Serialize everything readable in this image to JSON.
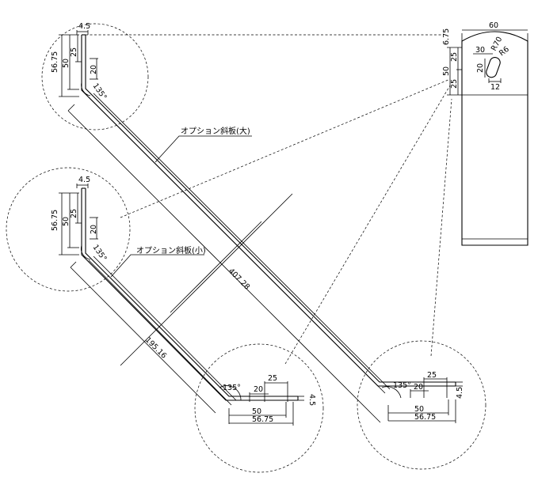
{
  "labels": {
    "large_panel": "オプション斜板(大)",
    "small_panel": "オプション斜板(小)",
    "length_large": "407.28",
    "length_small": "195.16"
  },
  "detail_top_left": {
    "w": "4.5",
    "h_total": "56.75",
    "h_50": "50",
    "h_25": "25",
    "h_20": "20",
    "angle": "135°"
  },
  "detail_mid_left": {
    "w": "4.5",
    "h_total": "56.75",
    "h_50": "50",
    "h_25": "25",
    "h_20": "20",
    "angle": "135°"
  },
  "detail_bottom_mid": {
    "angle": "135°",
    "d_25": "25",
    "d_20": "20",
    "d_50": "50",
    "d_total": "56.75",
    "t": "4.5"
  },
  "detail_bottom_right": {
    "angle": "135°",
    "d_25": "25",
    "d_20": "20",
    "d_50": "50",
    "d_total": "56.75",
    "t": "4.5"
  },
  "side_view": {
    "width": "60",
    "top_offset": "6.75",
    "h_25a": "25",
    "h_50": "50",
    "h_25b": "25",
    "slot_30": "30",
    "radius_outer": "R70",
    "radius_slot": "R6",
    "slot_20": "20",
    "slot_12": "12"
  }
}
